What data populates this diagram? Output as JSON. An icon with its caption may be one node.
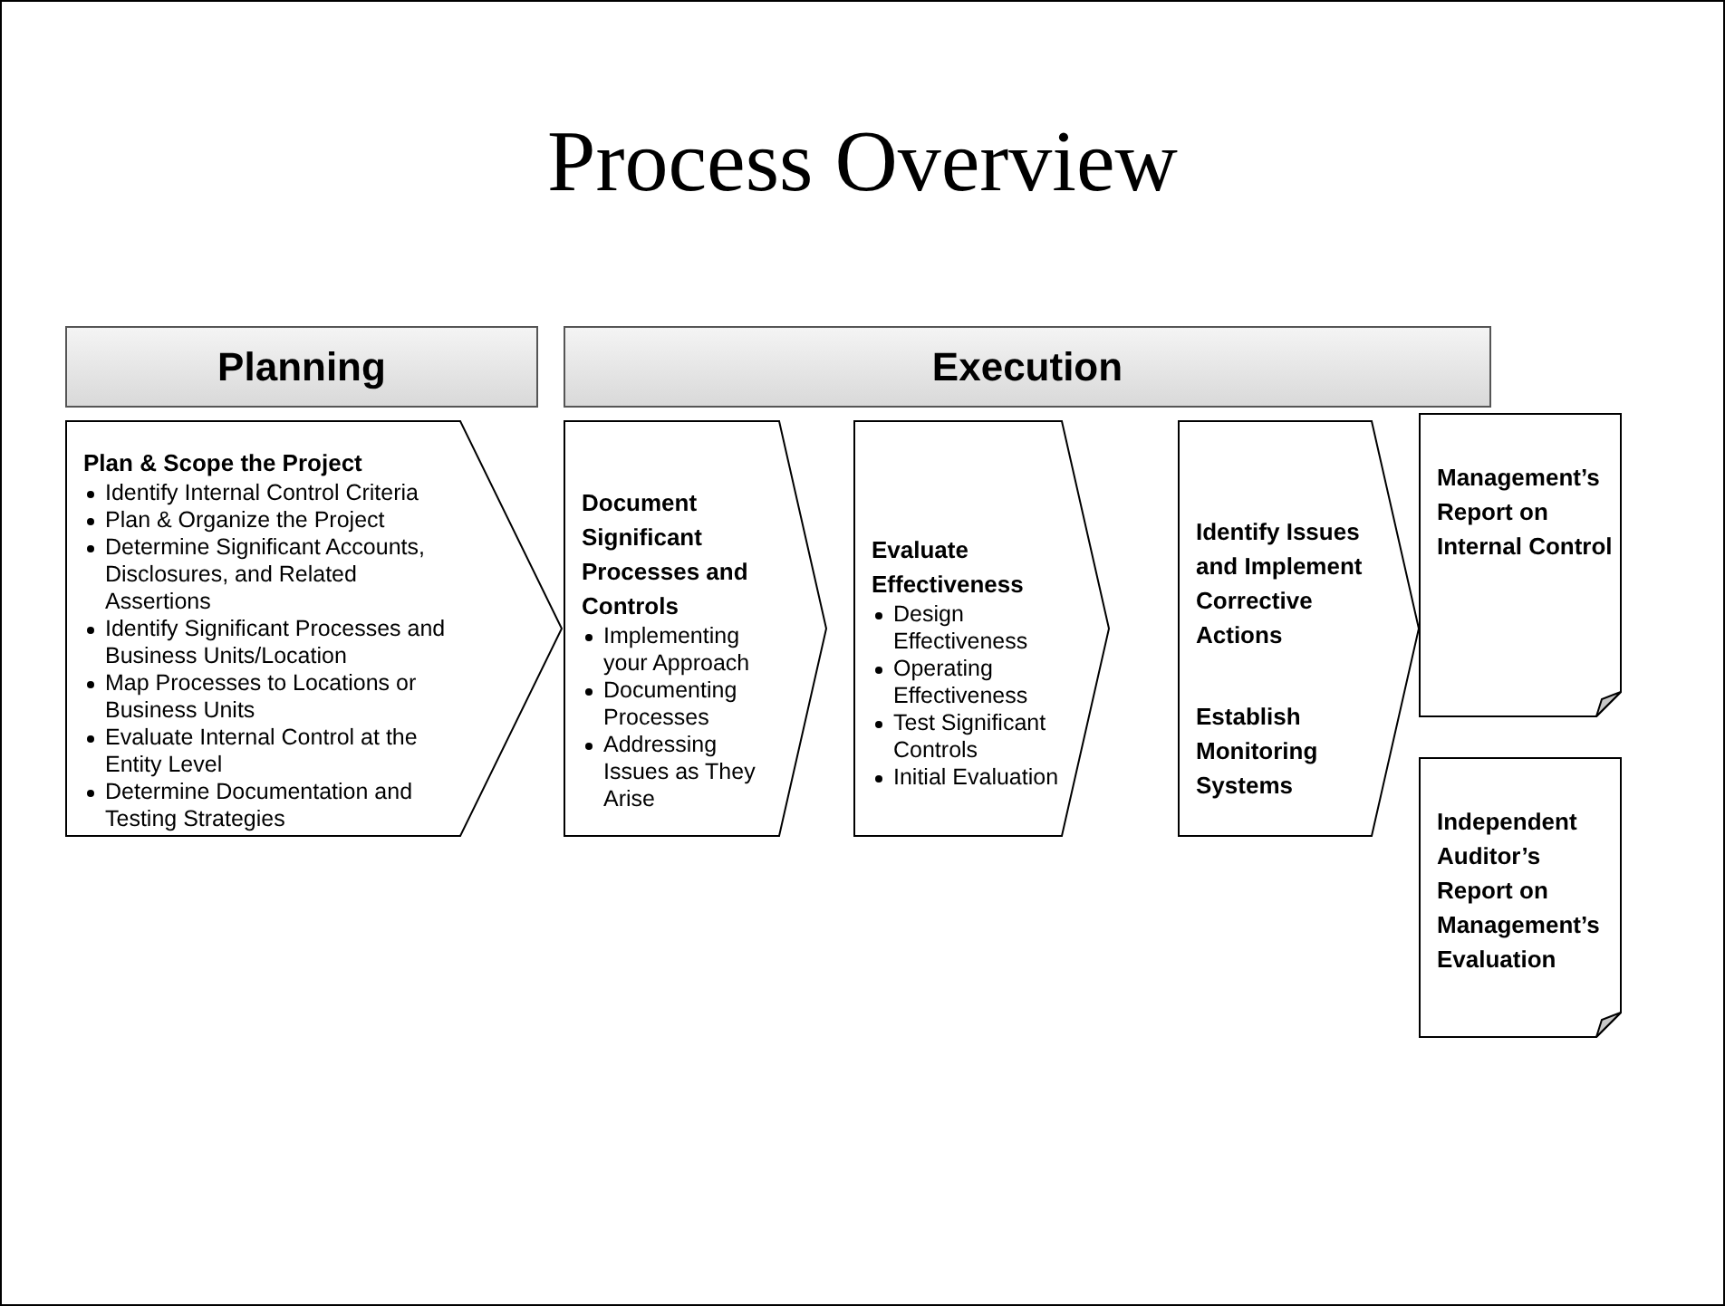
{
  "diagram": {
    "title": "Process Overview",
    "nodes": [
      {
        "text": [
          "Planning"
        ]
      },
      {
        "text": [
          "Execution"
        ]
      },
      {
        "text": [
          "Plan & Scope the Project",
          "Identify Internal Control Criteria",
          "Plan & Organize the Project",
          "Determine Significant Accounts, Disclosures, and Related Assertions",
          "Identify Significant Processes and Business Units/Location",
          "Map Processes to Locations or Business Units",
          "Evaluate Internal Control at the Entity Level",
          "Determine Documentation and Testing Strategies"
        ]
      },
      {
        "text": [
          "Document Significant Processes and Controls",
          "Implementing your Approach",
          "Documenting Processes",
          "Addressing Issues as They Arise"
        ]
      },
      {
        "text": [
          "Evaluate Effectiveness",
          "Design Effectiveness",
          "Operating Effectiveness",
          "Test Significant Controls",
          "Initial Evaluation"
        ]
      },
      {
        "text": [
          "Identify Issues and Implement Corrective Actions",
          "Establish Monitoring Systems"
        ]
      },
      {
        "text": [
          "Management’s Report on Internal Control"
        ]
      },
      {
        "text": [
          "Independent Auditor’s Report on Management’s Evaluation"
        ]
      }
    ]
  }
}
